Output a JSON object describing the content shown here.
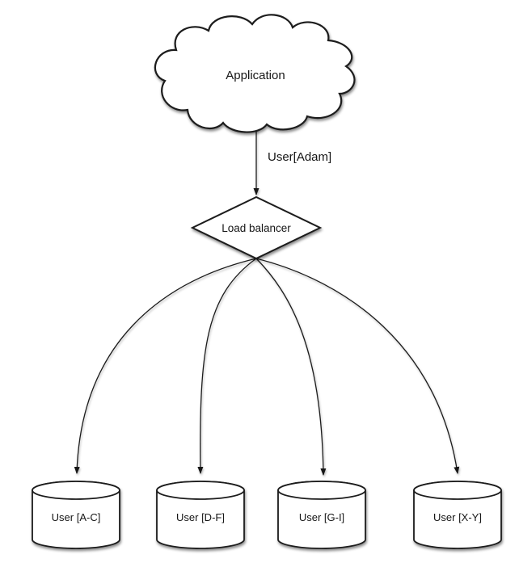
{
  "diagram": {
    "title": "application-user-sharding-diagram",
    "background_color": "#ffffff",
    "stroke_color": "#1c1c1c",
    "shape_fill_color": "#ffffff",
    "text_color": "#161616",
    "nodes": {
      "application": {
        "shape": "cloud",
        "label": "Application"
      },
      "load_balancer": {
        "shape": "diamond",
        "label": "Load balancer"
      },
      "shards": [
        {
          "shape": "cylinder",
          "label": "User [A-C]"
        },
        {
          "shape": "cylinder",
          "label": "User [D-F]"
        },
        {
          "shape": "cylinder",
          "label": "User [G-I]"
        },
        {
          "shape": "cylinder",
          "label": "User [X-Y]"
        }
      ]
    },
    "edges": [
      {
        "from": "application",
        "to": "load_balancer",
        "label": "User[Adam]",
        "style": "straight-arrow"
      },
      {
        "from": "load_balancer",
        "to": "shard-0",
        "style": "curved-arrow"
      },
      {
        "from": "load_balancer",
        "to": "shard-1",
        "style": "curved-arrow"
      },
      {
        "from": "load_balancer",
        "to": "shard-2",
        "style": "curved-arrow"
      },
      {
        "from": "load_balancer",
        "to": "shard-3",
        "style": "curved-arrow"
      }
    ]
  }
}
